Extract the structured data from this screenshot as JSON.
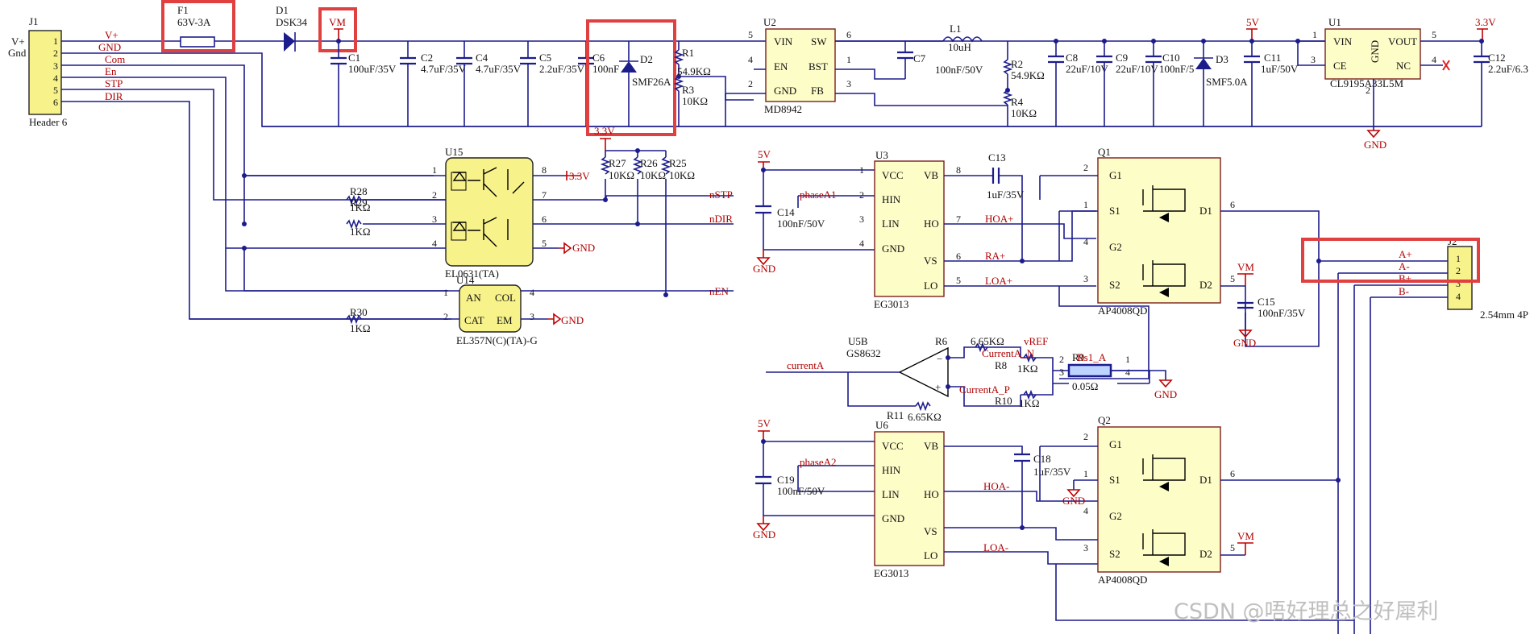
{
  "connector_j1": {
    "ref": "J1",
    "name": "Header 6",
    "left_labels": [
      "V+",
      "Gnd"
    ],
    "pins": [
      "1",
      "2",
      "3",
      "4",
      "5",
      "6"
    ],
    "nets": [
      "V+",
      "GND",
      "Com",
      "En",
      "STP",
      "DIR"
    ]
  },
  "fuse": {
    "ref": "F1",
    "value": "63V-3A"
  },
  "diode_d1": {
    "ref": "D1",
    "value": "DSK34"
  },
  "vm_label": "VM",
  "c1": {
    "ref": "C1",
    "value": "100uF/35V"
  },
  "c2": {
    "ref": "C2",
    "value": "4.7uF/35V"
  },
  "c4": {
    "ref": "C4",
    "value": "4.7uF/35V"
  },
  "c5": {
    "ref": "C5",
    "value": "2.2uF/35V"
  },
  "c6": {
    "ref": "C6",
    "value": "100nF"
  },
  "d2": {
    "ref": "D2",
    "value": "SMF26A"
  },
  "r1": {
    "ref": "R1",
    "value": "54.9KΩ"
  },
  "r3": {
    "ref": "R3",
    "value": "10KΩ"
  },
  "u2": {
    "ref": "U2",
    "name": "MD8942",
    "pins_left": [
      "VIN",
      "EN",
      "GND"
    ],
    "pins_right": [
      "SW",
      "BST",
      "FB"
    ],
    "num_left": [
      "5",
      "4",
      "2"
    ],
    "num_right": [
      "6",
      "1",
      "3"
    ]
  },
  "c7": {
    "ref": "C7",
    "value": "100nF/50V"
  },
  "l1": {
    "ref": "L1",
    "value": "10uH"
  },
  "r2": {
    "ref": "R2",
    "value": "54.9KΩ"
  },
  "r4": {
    "ref": "R4",
    "value": "10KΩ"
  },
  "c8": {
    "ref": "C8",
    "value": "22uF/10V"
  },
  "c9": {
    "ref": "C9",
    "value": "22uF/10V"
  },
  "c10": {
    "ref": "C10",
    "value": "100nF/5"
  },
  "d3": {
    "ref": "D3",
    "value": "SMF5.0A"
  },
  "c11": {
    "ref": "C11",
    "value": "1uF/50V"
  },
  "u1": {
    "ref": "U1",
    "name": "CL9195A33L5M",
    "pins": [
      "VIN",
      "CE",
      "GND",
      "VOUT",
      "NC"
    ],
    "nums": [
      "1",
      "3",
      "2",
      "5",
      "4"
    ]
  },
  "c12": {
    "ref": "C12",
    "value": "2.2uF/6.3"
  },
  "rail_5v": "5V",
  "rail_3v3": "3.3V",
  "gnd": "GND",
  "u15": {
    "ref": "U15",
    "name": "EL0631(TA)",
    "pins": [
      "1",
      "2",
      "3",
      "4",
      "8",
      "7",
      "6",
      "5"
    ]
  },
  "r28": {
    "ref": "R28",
    "value": "1KΩ"
  },
  "r29": {
    "ref": "R29",
    "value": "1KΩ"
  },
  "r27": {
    "ref": "R27",
    "value": "10KΩ"
  },
  "r26": {
    "ref": "R26",
    "value": "10KΩ"
  },
  "r25": {
    "ref": "R25",
    "value": "10KΩ"
  },
  "u14": {
    "ref": "U14",
    "name": "EL357N(C)(TA)-G",
    "pins_left": [
      "AN",
      "CAT"
    ],
    "pins_right": [
      "COL",
      "EM"
    ],
    "nums": [
      "1",
      "2",
      "4",
      "3"
    ]
  },
  "r30": {
    "ref": "R30",
    "value": "1KΩ"
  },
  "nets_mcu": [
    "nSTP",
    "nDIR",
    "nEN"
  ],
  "u3": {
    "ref": "U3",
    "name": "EG3013",
    "pins_left": [
      "VCC",
      "HIN",
      "LIN",
      "GND"
    ],
    "pins_right": [
      "VB",
      "HO",
      "VS",
      "LO"
    ],
    "num_left": [
      "1",
      "2",
      "3",
      "4"
    ],
    "num_right": [
      "8",
      "7",
      "6",
      "5"
    ]
  },
  "c13": {
    "ref": "C13",
    "value": "1uF/35V"
  },
  "c14": {
    "ref": "C14",
    "value": "100nF/50V"
  },
  "phaseA1": "phaseA1",
  "nets_a": [
    "HOA+",
    "RA+",
    "LOA+"
  ],
  "q1": {
    "ref": "Q1",
    "name": "AP4008QD",
    "pins": [
      "G1",
      "S1",
      "G2",
      "S2",
      "D1",
      "D2"
    ],
    "nums": [
      "2",
      "1",
      "4",
      "3",
      "6",
      "5"
    ]
  },
  "c15": {
    "ref": "C15",
    "value": "100nF/35V"
  },
  "j2": {
    "ref": "J2",
    "name": "2.54mm 4P",
    "pins": [
      "1",
      "2",
      "3",
      "4"
    ],
    "nets": [
      "A+",
      "A-",
      "B+",
      "B-"
    ]
  },
  "u5b": {
    "ref": "U5B",
    "name": "GS8632"
  },
  "r6": {
    "ref": "R6",
    "value": "6.65KΩ"
  },
  "r11": {
    "ref": "R11",
    "value": "6.65KΩ"
  },
  "r8": {
    "ref": "R8",
    "value": "1KΩ"
  },
  "r10": {
    "ref": "R10",
    "value": "1KΩ"
  },
  "r9": {
    "ref": "R9",
    "name": "Rs1_A",
    "value": "0.05Ω",
    "nums": [
      "2",
      "3",
      "1",
      "4"
    ]
  },
  "nets_sense": [
    "currentA",
    "CurrentA_N",
    "CurrentA_P",
    "vREF"
  ],
  "u6": {
    "ref": "U6",
    "name": "EG3013",
    "pins_left": [
      "VCC",
      "HIN",
      "LIN",
      "GND"
    ],
    "pins_right": [
      "VB",
      "HO",
      "VS",
      "LO"
    ]
  },
  "c18": {
    "ref": "C18",
    "value": "1uF/35V"
  },
  "c19": {
    "ref": "C19",
    "value": "100nF/50V"
  },
  "phaseA2": "phaseA2",
  "nets_b": [
    "HOA-",
    "LOA-"
  ],
  "q2": {
    "ref": "Q2",
    "name": "AP4008QD"
  },
  "watermark": "CSDN @唔好理总之好犀利",
  "highlight_color": "#e04040",
  "wire_color": "#1c1c8c",
  "ic_fill": "#f7f28a"
}
